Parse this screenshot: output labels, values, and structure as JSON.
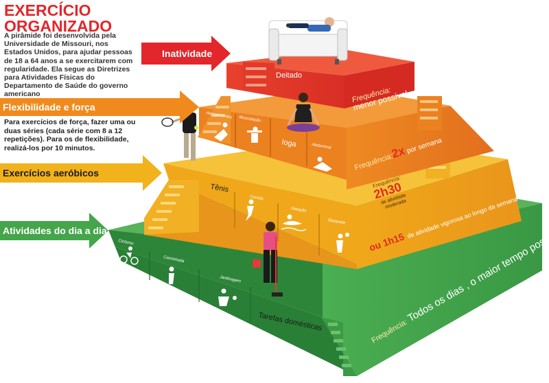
{
  "header": {
    "title_line1": "EXERCÍCIO",
    "title_line2": "ORGANIZADO",
    "intro": "A pirâmide foi desenvolvida pela Universidade de Missouri, nos Estados Unidos, para ajudar pessoas de 18 a 64 anos a se exercitarem com regularidade. Ela segue as Diretrizes para Atividades Físicas do Departamento de Saúde do governo americano"
  },
  "arrows": {
    "inactivity": "Inatividade",
    "flex_strength": "Flexibilidade e força",
    "aerobic": "Exercícios aeróbicos",
    "daily": "Atividades do dia a dia"
  },
  "flex_note": "Para exercícios de força, fazer uma ou duas séries (cada série com 8 a 12 repetições). Para os de flexibilidade, realizá-los por 10 minutos.",
  "levels": {
    "top": {
      "activity": "Deitado",
      "freq_label": "Frequência:",
      "freq_value": "menor possível"
    },
    "second": {
      "activities": [
        "Alongamentos",
        "Musculação",
        "Ioga",
        "Abdominal"
      ],
      "freq_label": "Frequência:",
      "freq_value": "2x",
      "freq_suffix": "por semana"
    },
    "third": {
      "activities": [
        "Tênis",
        "Corrida",
        "Natação",
        "Basquete"
      ],
      "freq_label": "Frequência:",
      "freq_value": "2h30",
      "freq_detail_1": "de atividade",
      "freq_detail_2": "moderada",
      "alt_value": "ou 1h15",
      "alt_detail": "de atividade vigorosa ao longo da semana"
    },
    "base": {
      "activities": [
        "Ciclismo",
        "Caminhada",
        "Jardinagem",
        "Tarefas domésticas"
      ],
      "freq_label": "Frequência:",
      "freq_value": "Todos os dias , o maior tempo possível"
    }
  },
  "colors": {
    "red": "#e5352a",
    "orange": "#ec7f1f",
    "yellow": "#f1b31c",
    "green": "#44a54b",
    "title_red": "#e3262b"
  }
}
